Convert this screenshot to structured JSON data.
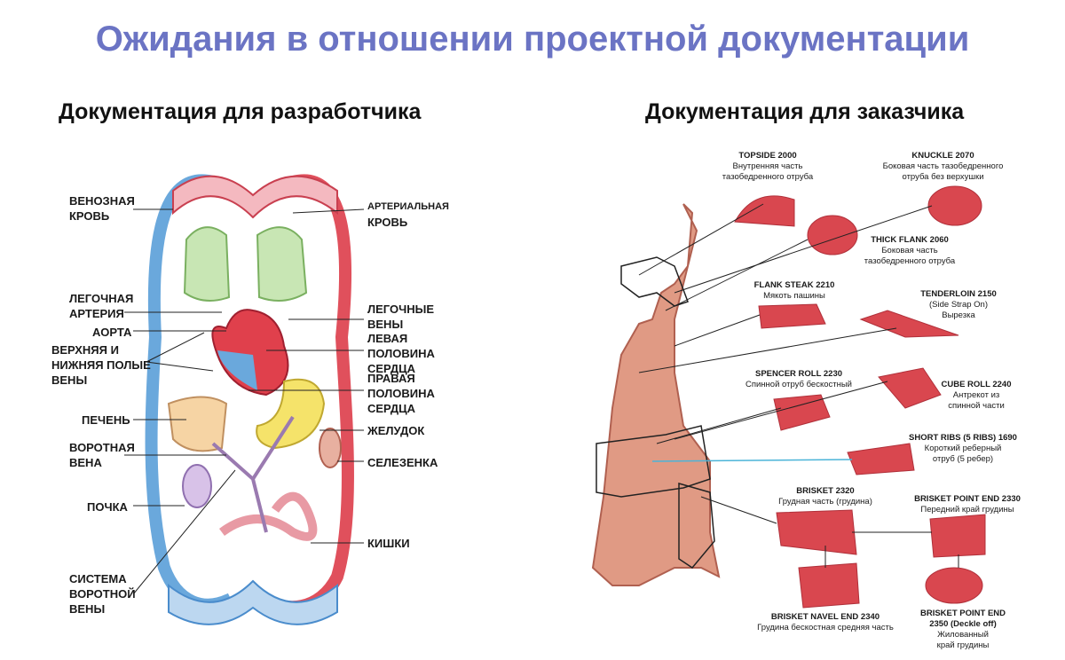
{
  "title": "Ожидания в отношении проектной документации",
  "left": {
    "heading": "Документация для разработчика",
    "labels": {
      "venous": [
        "ВЕНОЗНАЯ",
        "КРОВЬ"
      ],
      "arterial": [
        "АРТЕРИАЛЬНАЯ",
        "КРОВЬ"
      ],
      "pulm_artery": [
        "ЛЕГОЧНАЯ",
        "АРТЕРИЯ"
      ],
      "aorta": "АОРТА",
      "vena_cava": [
        "ВЕРХНЯЯ И",
        "НИЖНЯЯ ПОЛЫЕ",
        "ВЕНЫ"
      ],
      "pulm_veins": [
        "ЛЕГОЧНЫЕ",
        "ВЕНЫ"
      ],
      "left_heart": [
        "ЛЕВАЯ",
        "ПОЛОВИНА",
        "СЕРДЦА"
      ],
      "right_heart": [
        "ПРАВАЯ",
        "ПОЛОВИНА",
        "СЕРДЦА"
      ],
      "liver": "ПЕЧЕНЬ",
      "stomach": "ЖЕЛУДОК",
      "portal_vein": [
        "ВОРОТНАЯ",
        "ВЕНА"
      ],
      "spleen": "СЕЛЕЗЕНКА",
      "kidney": "ПОЧКА",
      "intestine": "КИШКИ",
      "portal_system": [
        "СИСТЕМА",
        "ВОРОТНОЙ",
        "ВЕНЫ"
      ]
    }
  },
  "right": {
    "heading": "Документация для заказчика",
    "cuts": {
      "topside": {
        "name": "TOPSIDE 2000",
        "desc": [
          "Внутренняя часть",
          "тазобедренного отруба"
        ]
      },
      "knuckle": {
        "name": "KNUCKLE 2070",
        "desc": [
          "Боковая часть тазобедренного",
          "отруба без верхушки"
        ]
      },
      "thick_flank": {
        "name": "THICK FLANK 2060",
        "desc": [
          "Боковая часть",
          "тазобедренного отруба"
        ]
      },
      "flank_steak": {
        "name": "FLANK STEAK 2210",
        "desc": [
          "Мякоть пашины"
        ]
      },
      "tenderloin": {
        "name": "TENDERLOIN 2150",
        "desc": [
          "(Side Strap On)",
          "Вырезка"
        ]
      },
      "spencer": {
        "name": "SPENCER ROLL 2230",
        "desc": [
          "Спинной отруб бескостный"
        ]
      },
      "cube_roll": {
        "name": "CUBE ROLL 2240",
        "desc": [
          "Антрекот из",
          "спинной части"
        ]
      },
      "short_ribs": {
        "name": "SHORT RIBS (5 RIBS) 1690",
        "desc": [
          "Короткий реберный",
          "отруб (5 ребер)"
        ]
      },
      "brisket": {
        "name": "BRISKET 2320",
        "desc": [
          "Грудная часть (грудина)"
        ]
      },
      "brisket_point": {
        "name": "BRISKET POINT END 2330",
        "desc": [
          "Передний край грудины"
        ]
      },
      "navel_end": {
        "name": "BRISKET NAVEL END 2340",
        "desc": [
          "Грудина бескостная средняя часть"
        ]
      },
      "deckle": {
        "name": "BRISKET POINT END 2350 (Deckle off)",
        "desc": [
          "Жилованный",
          "край грудины"
        ]
      }
    }
  },
  "colors": {
    "title": "#6b74c4",
    "artery": "#e0303f",
    "vein": "#5a9fd8",
    "meat": "#d9474f"
  }
}
